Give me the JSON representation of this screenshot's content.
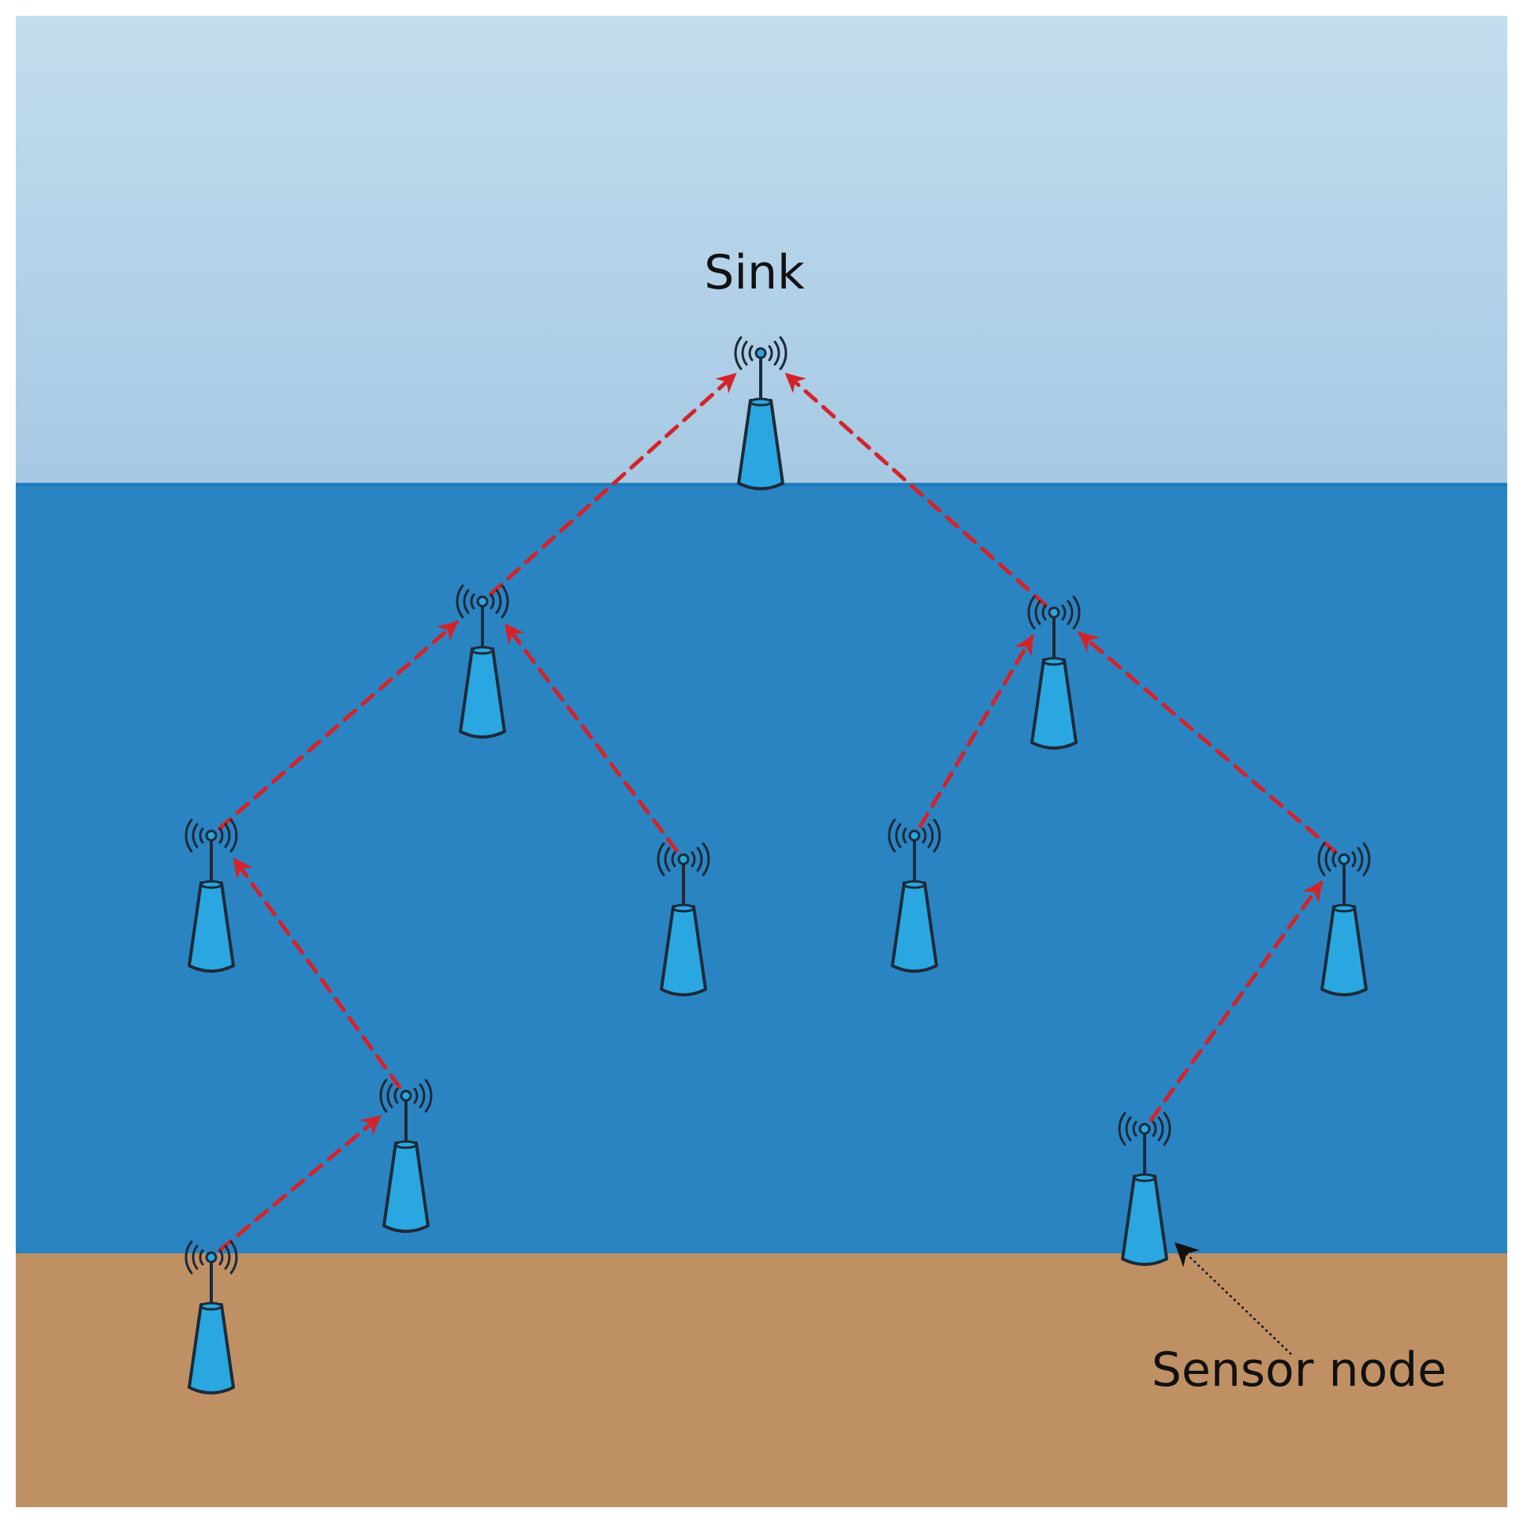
{
  "labels": {
    "sink": "Sink",
    "sensor_node": "Sensor node"
  },
  "colors": {
    "sky_top": "#c3ddee",
    "sky_bottom": "#a6c9e3",
    "water": "#2b84c2",
    "surface_line": "#1f7bbd",
    "seabed": "#c09065",
    "node_fill": "#2aa7e0",
    "node_outline": "#1c2a38",
    "link_arrow": "#d3232a",
    "pointer_arrow": "#111111"
  },
  "diagram": {
    "nodes": [
      {
        "id": "sink",
        "role": "sink"
      },
      {
        "id": "n1",
        "role": "sensor"
      },
      {
        "id": "n2",
        "role": "sensor"
      },
      {
        "id": "n3",
        "role": "sensor"
      },
      {
        "id": "n4",
        "role": "sensor"
      },
      {
        "id": "n5",
        "role": "sensor"
      },
      {
        "id": "n6",
        "role": "sensor"
      },
      {
        "id": "n7",
        "role": "sensor"
      },
      {
        "id": "n8",
        "role": "sensor"
      },
      {
        "id": "n9",
        "role": "sensor"
      }
    ],
    "links": [
      {
        "from": "n1",
        "to": "sink"
      },
      {
        "from": "n2",
        "to": "sink"
      },
      {
        "from": "n3",
        "to": "n1"
      },
      {
        "from": "n4",
        "to": "n1"
      },
      {
        "from": "n7",
        "to": "n3"
      },
      {
        "from": "n8",
        "to": "n7"
      },
      {
        "from": "n5",
        "to": "n2"
      },
      {
        "from": "n6",
        "to": "n2"
      },
      {
        "from": "n9",
        "to": "n6"
      }
    ]
  }
}
